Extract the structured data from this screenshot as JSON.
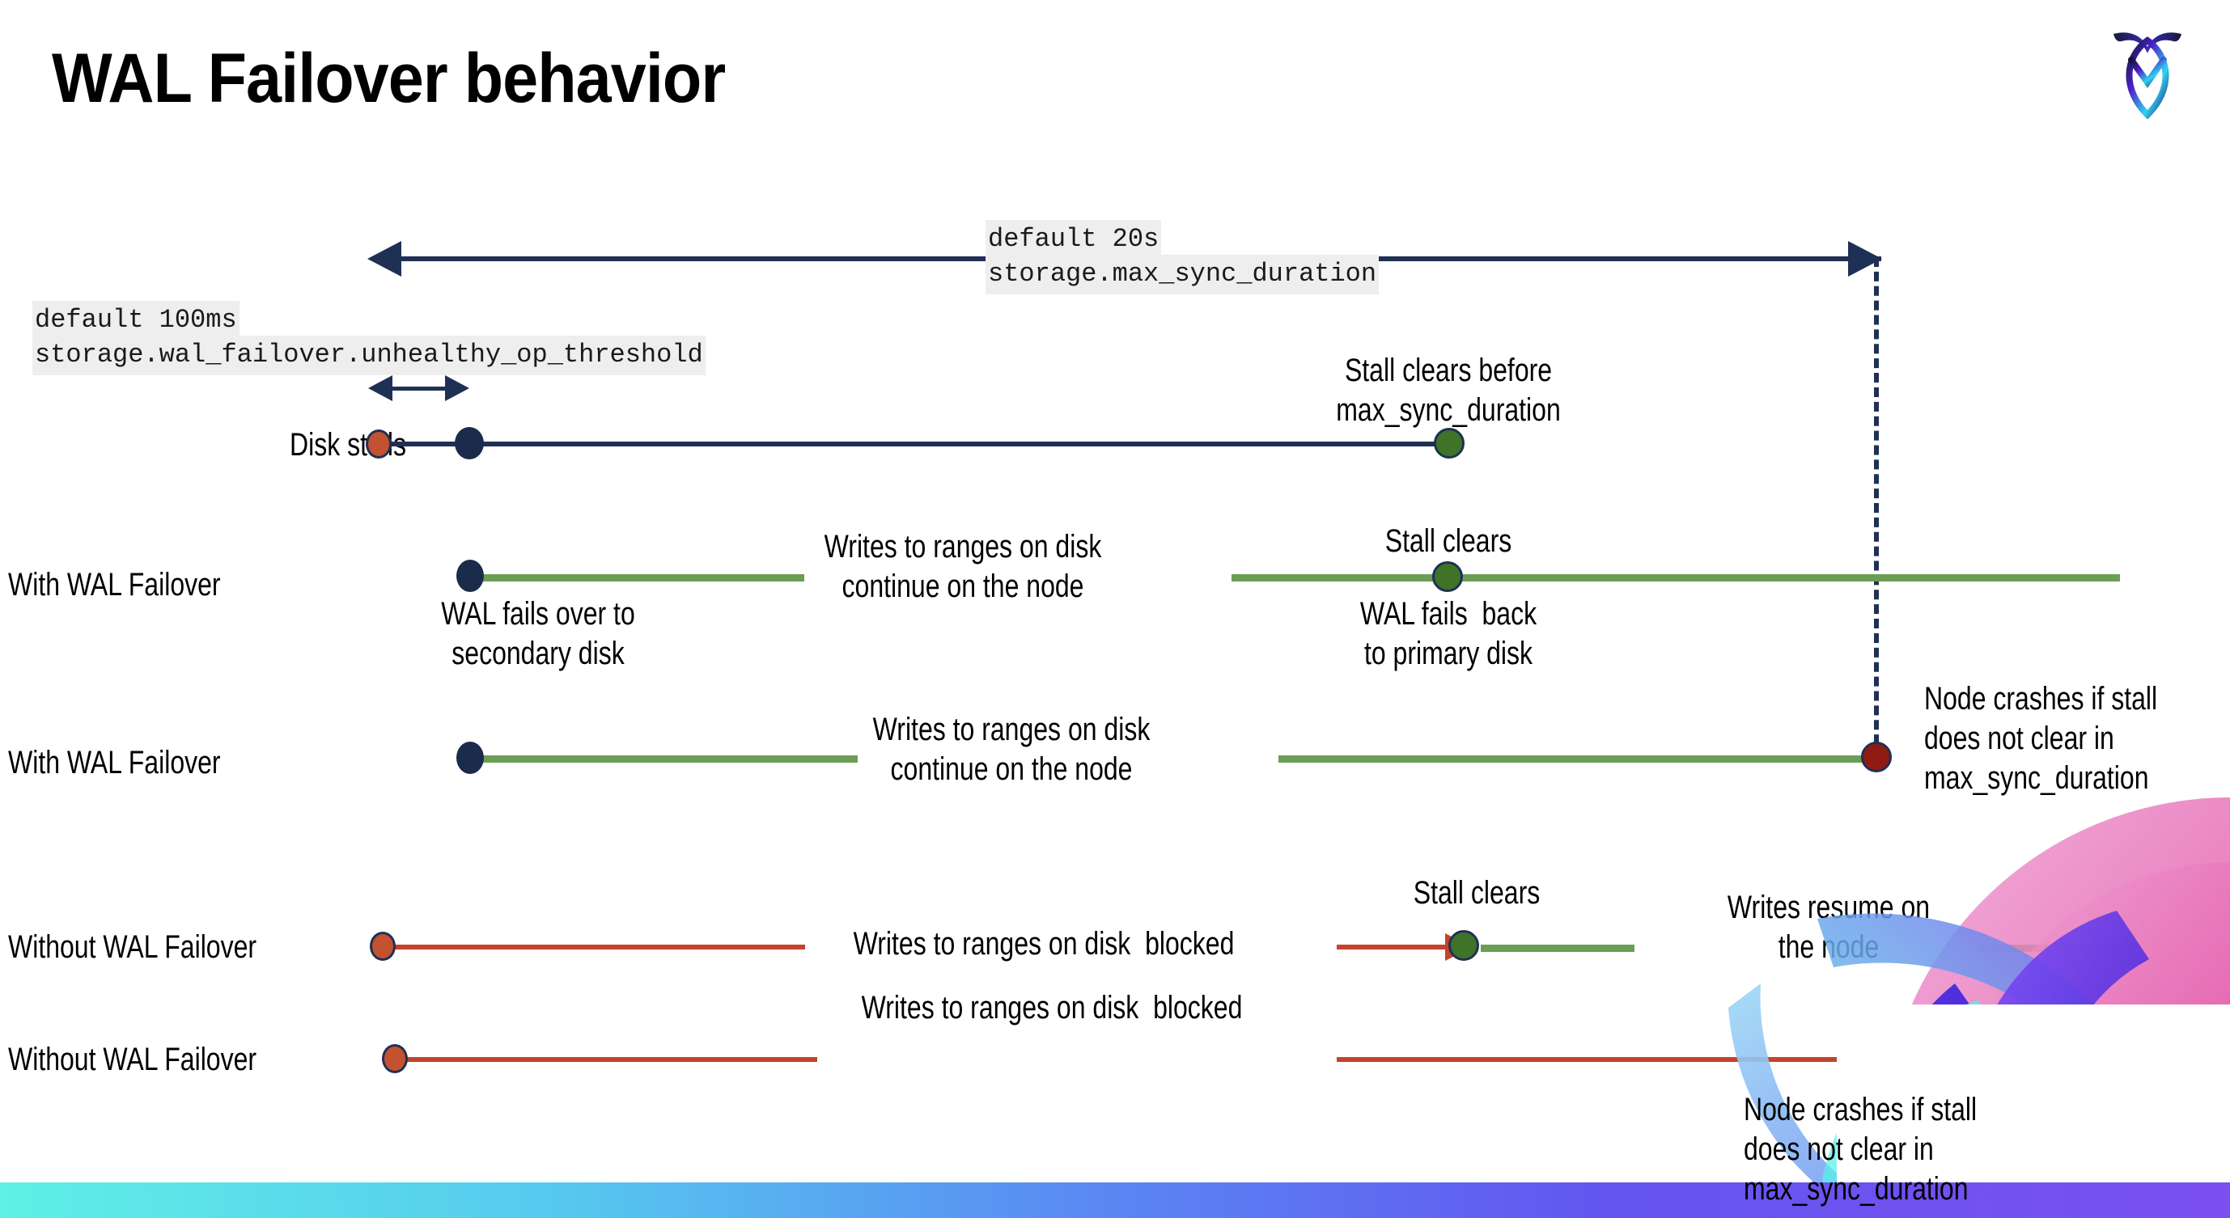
{
  "slide": {
    "title": "WAL Failover behavior",
    "logo_name": "cockroachdb-logo"
  },
  "settings": {
    "max_sync": {
      "default_label": "default 20s",
      "setting_name": "storage.max_sync_duration"
    },
    "unhealthy_threshold": {
      "default_label": "default 100ms",
      "setting_name": "storage.wal_failover.unhealthy_op_threshold"
    }
  },
  "rows": [
    {
      "id": "disk-stalls",
      "label": "Disk stalls",
      "notes": [
        {
          "id": "stall-clears-before",
          "text": "Stall clears before\nmax_sync_duration"
        }
      ]
    },
    {
      "id": "with-wal-failover-1",
      "label": "With WAL Failover",
      "notes": [
        {
          "id": "wal-fails-over",
          "text": "WAL fails over to\nsecondary disk"
        },
        {
          "id": "writes-continue-1",
          "text": "Writes to ranges on disk\ncontinue on the node"
        },
        {
          "id": "stall-clears-1",
          "text": "Stall clears"
        },
        {
          "id": "wal-fails-back",
          "text": "WAL fails  back\nto primary disk"
        }
      ]
    },
    {
      "id": "with-wal-failover-2",
      "label": "With WAL Failover",
      "notes": [
        {
          "id": "writes-continue-2",
          "text": "Writes to ranges on disk\ncontinue on the node"
        },
        {
          "id": "node-crashes-1",
          "text": "Node crashes if stall\ndoes not clear in\nmax_sync_duration"
        }
      ]
    },
    {
      "id": "without-wal-failover-1",
      "label": "Without WAL Failover",
      "notes": [
        {
          "id": "writes-blocked-1",
          "text": "Writes to ranges on disk  blocked"
        },
        {
          "id": "stall-clears-2",
          "text": "Stall clears"
        },
        {
          "id": "writes-resume",
          "text": "Writes resume on\nthe node"
        }
      ]
    },
    {
      "id": "without-wal-failover-2",
      "label": "Without WAL Failover",
      "notes": [
        {
          "id": "writes-blocked-2",
          "text": "Writes to ranges on disk  blocked"
        },
        {
          "id": "node-crashes-2",
          "text": "Node crashes if stall\ndoes not clear in\nmax_sync_duration"
        }
      ]
    }
  ],
  "colors": {
    "navy": "#1f3055",
    "navy_dot": "#1b2b4b",
    "green_line": "#6a9e55",
    "green_dot": "#3f7327",
    "red_line": "#c4432a",
    "red_dot": "#c4512f",
    "crash_dot": "#901b12",
    "code_bg": "#eeeeee"
  }
}
